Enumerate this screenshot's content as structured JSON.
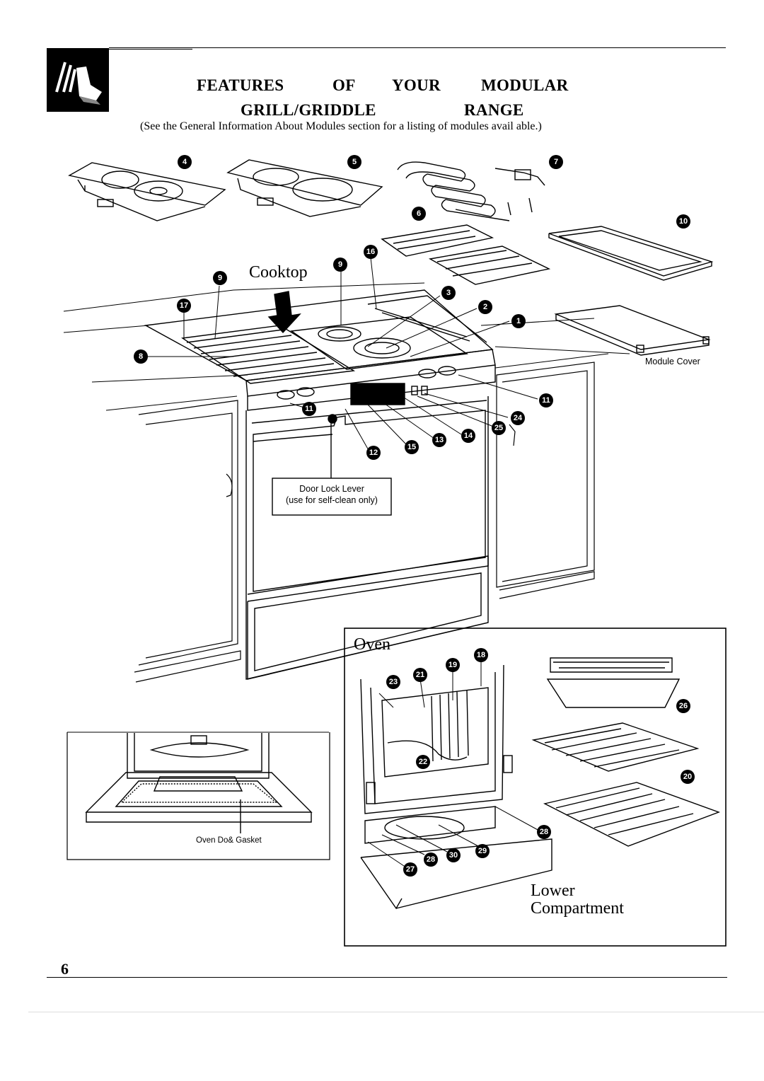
{
  "header": {
    "title_words_line1": [
      "FEATURES",
      "OF",
      "YOUR",
      "MODULAR"
    ],
    "title_words_line2": [
      "GRILL/GRIDDLE",
      "RANGE"
    ],
    "subtitle": "(See the General Information About Modules section for a listing of modules avail able.)",
    "logo_icon": "hand-pointer-logo"
  },
  "labels": {
    "cooktop": "Cooktop",
    "module_cover": "Module Cover",
    "door_lock_line1": "Door Lock Lever",
    "door_lock_line2": "(use for self-clean only)",
    "oven": "Oven",
    "oven_door_gasket": "Oven Do& Gasket",
    "lower": "Lower",
    "compartment": "Compartment",
    "page_number": "6"
  },
  "callouts": [
    "1",
    "2",
    "3",
    "4",
    "5",
    "6",
    "7",
    "8",
    "9",
    "9",
    "10",
    "11",
    "11",
    "12",
    "13",
    "14",
    "15",
    "16",
    "17",
    "18",
    "19",
    "20",
    "21",
    "22",
    "23",
    "24",
    "25",
    "26",
    "27",
    "28",
    "28",
    "29",
    "30"
  ]
}
